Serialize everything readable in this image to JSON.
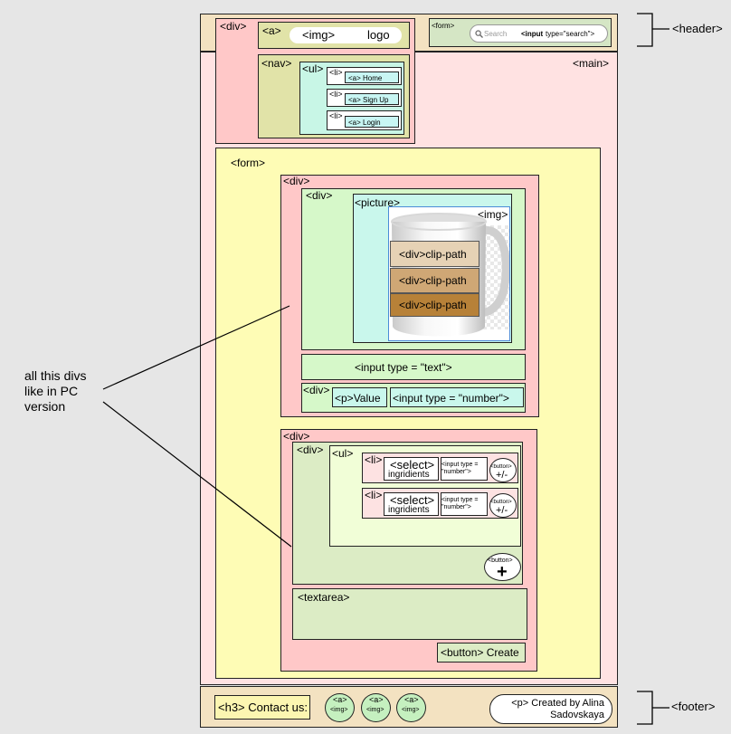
{
  "header": {
    "div_label": "<div>",
    "a_label": "<a>",
    "img_label": "<img>",
    "logo_label": "logo",
    "nav_label": "<nav>",
    "ul_label": "<ul>",
    "li_label": "<li>",
    "nav_items": [
      "<a> Home",
      "<a> Sign Up",
      "<a> Login"
    ],
    "form_label": "<form>",
    "search_placeholder": "Search",
    "search_tag": "<input",
    "search_attr": "type=\"search\">",
    "side_label": "<header>"
  },
  "main": {
    "label": "<main>",
    "form_label": "<form>",
    "div1_label": "<div>",
    "div_inner_label": "<div>",
    "picture_label": "<picture>",
    "img_label": "<img>",
    "clip_paths": [
      "<div>clip-path",
      "<div>clip-path",
      "<div>clip-path"
    ],
    "clip_colors": [
      "#e6d2b5",
      "#cfa775",
      "#b78138"
    ],
    "input_text_label": "<input type = \"text\">",
    "div_value_label": "<div>",
    "p_value_label": "<p>Value",
    "input_number_label": "<input type = \"number\">",
    "div2_label": "<div>",
    "div2_inner_label": "<div>",
    "ul_label": "<ul>",
    "li_label": "<li>",
    "select_label": "<select>",
    "select_sub": "ingridients",
    "input_number_small": "<input type = \"number\">",
    "button_plus_minus": "<button>",
    "plus_minus": "+/-",
    "button_add": "<button>",
    "plus": "+",
    "textarea_label": "<textarea>",
    "button_create": "<button> Create"
  },
  "annotation": {
    "text": "all this divs like in PC version"
  },
  "footer": {
    "h3_label": "<h3> Contact us:",
    "link_a": "<a>",
    "link_img": "<img>",
    "credit": "<p> Created by Alina Sadovskaya",
    "side_label": "<footer>"
  }
}
